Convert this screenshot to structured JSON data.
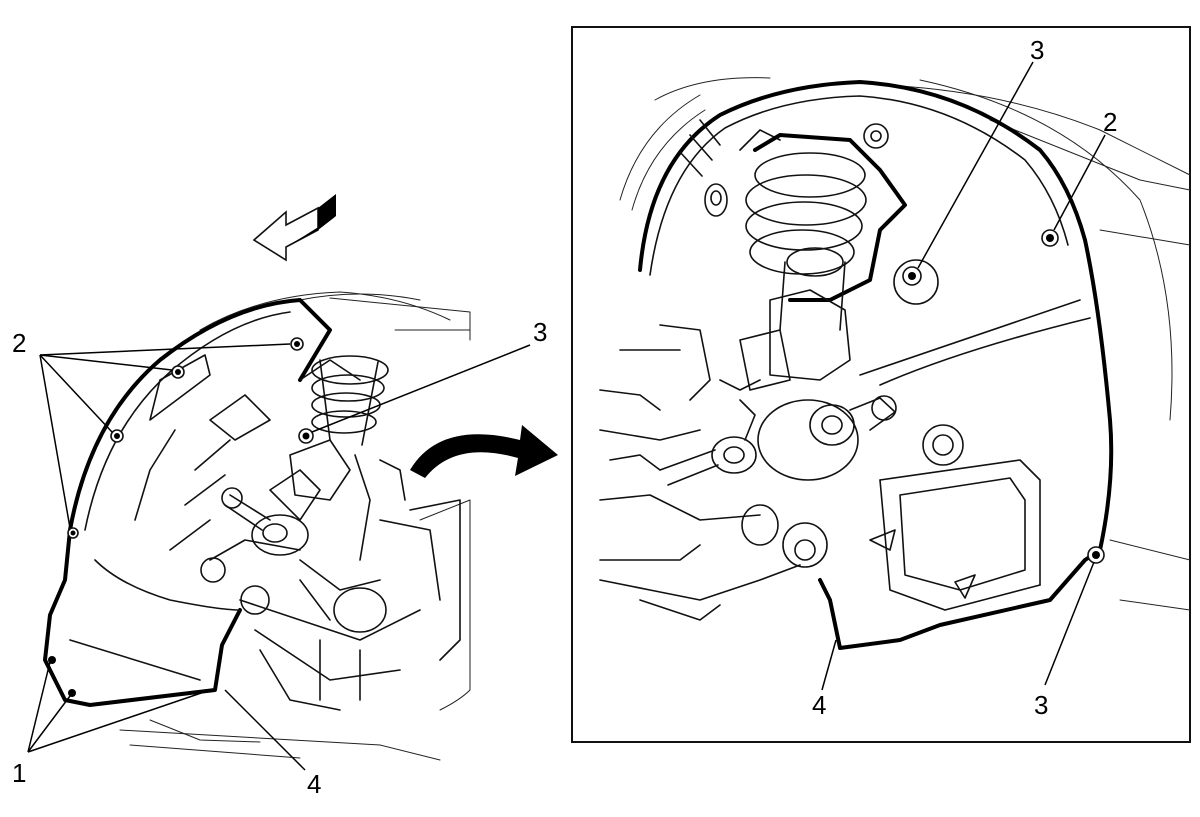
{
  "callouts": {
    "left": {
      "label_1": "1",
      "label_2": "2",
      "label_3": "3",
      "label_4": "4"
    },
    "detail": {
      "label_2": "2",
      "label_3_top": "3",
      "label_3_bottom": "3",
      "label_4": "4"
    }
  },
  "icons": {
    "direction_arrow": "forward-direction-arrow-icon",
    "detail_arrow": "curved-arrow-icon",
    "fastener": "fastener-icon"
  }
}
